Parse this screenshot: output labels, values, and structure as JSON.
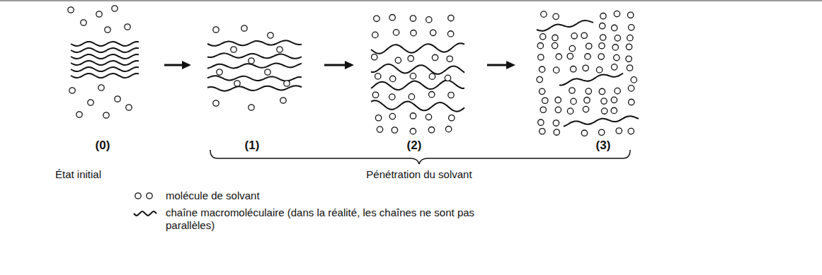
{
  "diagram": {
    "labels": [
      "(0)",
      "(1)",
      "(2)",
      "(3)",
      "État initial",
      "Pénétration du solvant"
    ],
    "legend": [
      {
        "text": "molécule de solvant"
      },
      {
        "text": "chaîne macromoléculaire (dans la réalité, les chaînes ne sont pas parallèles)"
      }
    ]
  }
}
